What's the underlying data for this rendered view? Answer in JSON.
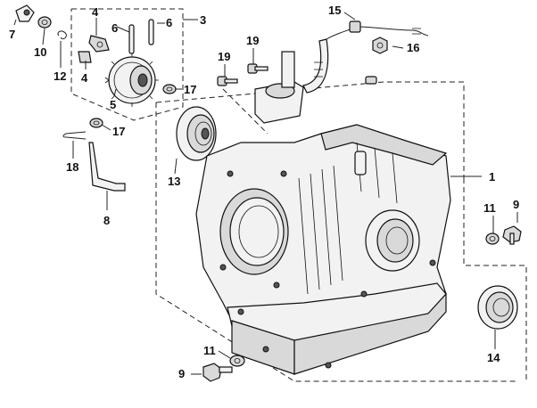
{
  "callouts": {
    "c1": "1",
    "c3": "3",
    "c4a": "4",
    "c4b": "4",
    "c5": "5",
    "c6a": "6",
    "c6b": "6",
    "c7": "7",
    "c8": "8",
    "c9a": "9",
    "c9b": "9",
    "c10": "10",
    "c11a": "11",
    "c11b": "11",
    "c12": "12",
    "c13": "13",
    "c14": "14",
    "c15": "15",
    "c16": "16",
    "c17a": "17",
    "c17b": "17",
    "c18": "18",
    "c19a": "19",
    "c19b": "19"
  }
}
